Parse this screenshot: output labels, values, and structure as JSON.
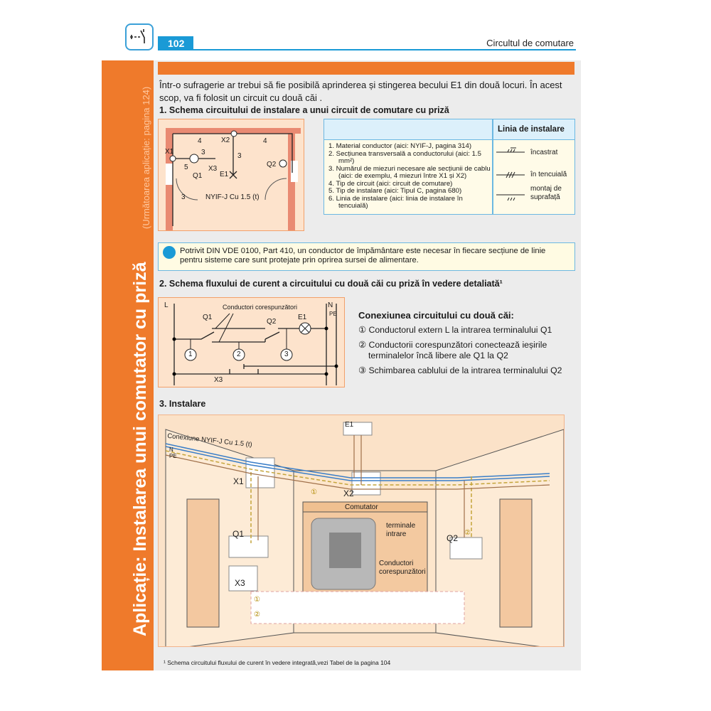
{
  "header": {
    "page_number": "102",
    "chapter": "Circultul de comutare",
    "logo_icon": "switch-symbol-icon"
  },
  "sidebar": {
    "title": "Aplicație: Instalarea unui comutator cu priză",
    "subtitle": "(Următoarea aplicație: pagina 124)"
  },
  "intro": "Într-o sufragerie ar trebui să fie posibilă aprinderea și stingerea becului E1 din două locuri. În acest scop, va fi folosit un circuit cu două căi .",
  "section1": {
    "heading": "1.  Schema circuitului de instalare a unui circuit de comutare cu priză",
    "diagram_labels": {
      "x1": "X1",
      "x2": "X2",
      "x3": "X3",
      "q1": "Q1",
      "q2": "Q2",
      "e1": "E1",
      "n4a": "4",
      "n4b": "4",
      "n3a": "3",
      "n3b": "3",
      "n3c": "3",
      "n5": "5",
      "cable": "NYIF-J Cu 1.5 (t)"
    },
    "table": {
      "header": "Linia de instalare",
      "items": [
        "1.  Material conductor (aici: NYIF-J, pagina 314)",
        "2.  Secțiunea transversală a conductorului (aici: 1.5 mm²)",
        "3.  Numărul de miezuri necesare ale secțiunii de cablu (aici: de exemplu, 4 miezuri între X1 și X2)",
        "4.  Tip de circuit (aici: circuit de comutare)",
        "5.  Tip de instalare (aici: Tipul C, pagina 680)",
        "6.  Linia de instalare (aici: linia de instalare în tencuială)"
      ],
      "line_types": [
        "încastrat",
        "în tencuială",
        "montaj de suprafață"
      ]
    }
  },
  "note": "Potrivit DIN VDE 0100, Part 410, un conductor de împământare este necesar în fiecare secțiune de linie pentru sisteme care sunt protejate prin oprirea sursei de alimentare.",
  "section2": {
    "heading": "2. Schema fluxului de curent a circuitului cu două căi cu priză în vedere detaliată¹",
    "diagram_labels": {
      "l": "L",
      "n": "N",
      "pe": "PE",
      "q1": "Q1",
      "q2": "Q2",
      "e1": "E1",
      "x3": "X3",
      "conductors": "Conductori corespunzători",
      "c1": "1",
      "c2": "2",
      "c3": "3"
    },
    "connection_title": "Conexiunea circuitului cu două căi:",
    "connections": [
      "① Conductorul extern L la intrarea terminalului Q1",
      "② Conductorii corespunzători conectează ieșirile terminalelor încă libere ale Q1 la Q2",
      "③ Schimbarea cablului de la intrarea terminalului Q2"
    ]
  },
  "section3": {
    "heading": "3. Instalare",
    "labels": {
      "cable": "Conexiune NYIF-J Cu 1.5 (t)",
      "n": "N",
      "pe": "PE",
      "e1": "E1",
      "x1": "X1",
      "x2": "X2",
      "x3": "X3",
      "q1": "Q1",
      "q2": "Q2",
      "m1": "①",
      "m2": "②",
      "switch_title": "Comutator",
      "input_terminals": "terminale intrare",
      "conductors": "Conductori corespunzători",
      "legend1": "①",
      "legend2": "②"
    }
  },
  "footnote": "¹ Schema circuitului fluxului de curent în vedere integrată,vezi Tabel de la pagina 104",
  "colors": {
    "orange": "#ef7a2b",
    "blue": "#1a9ad6",
    "panel": "#ececec"
  }
}
